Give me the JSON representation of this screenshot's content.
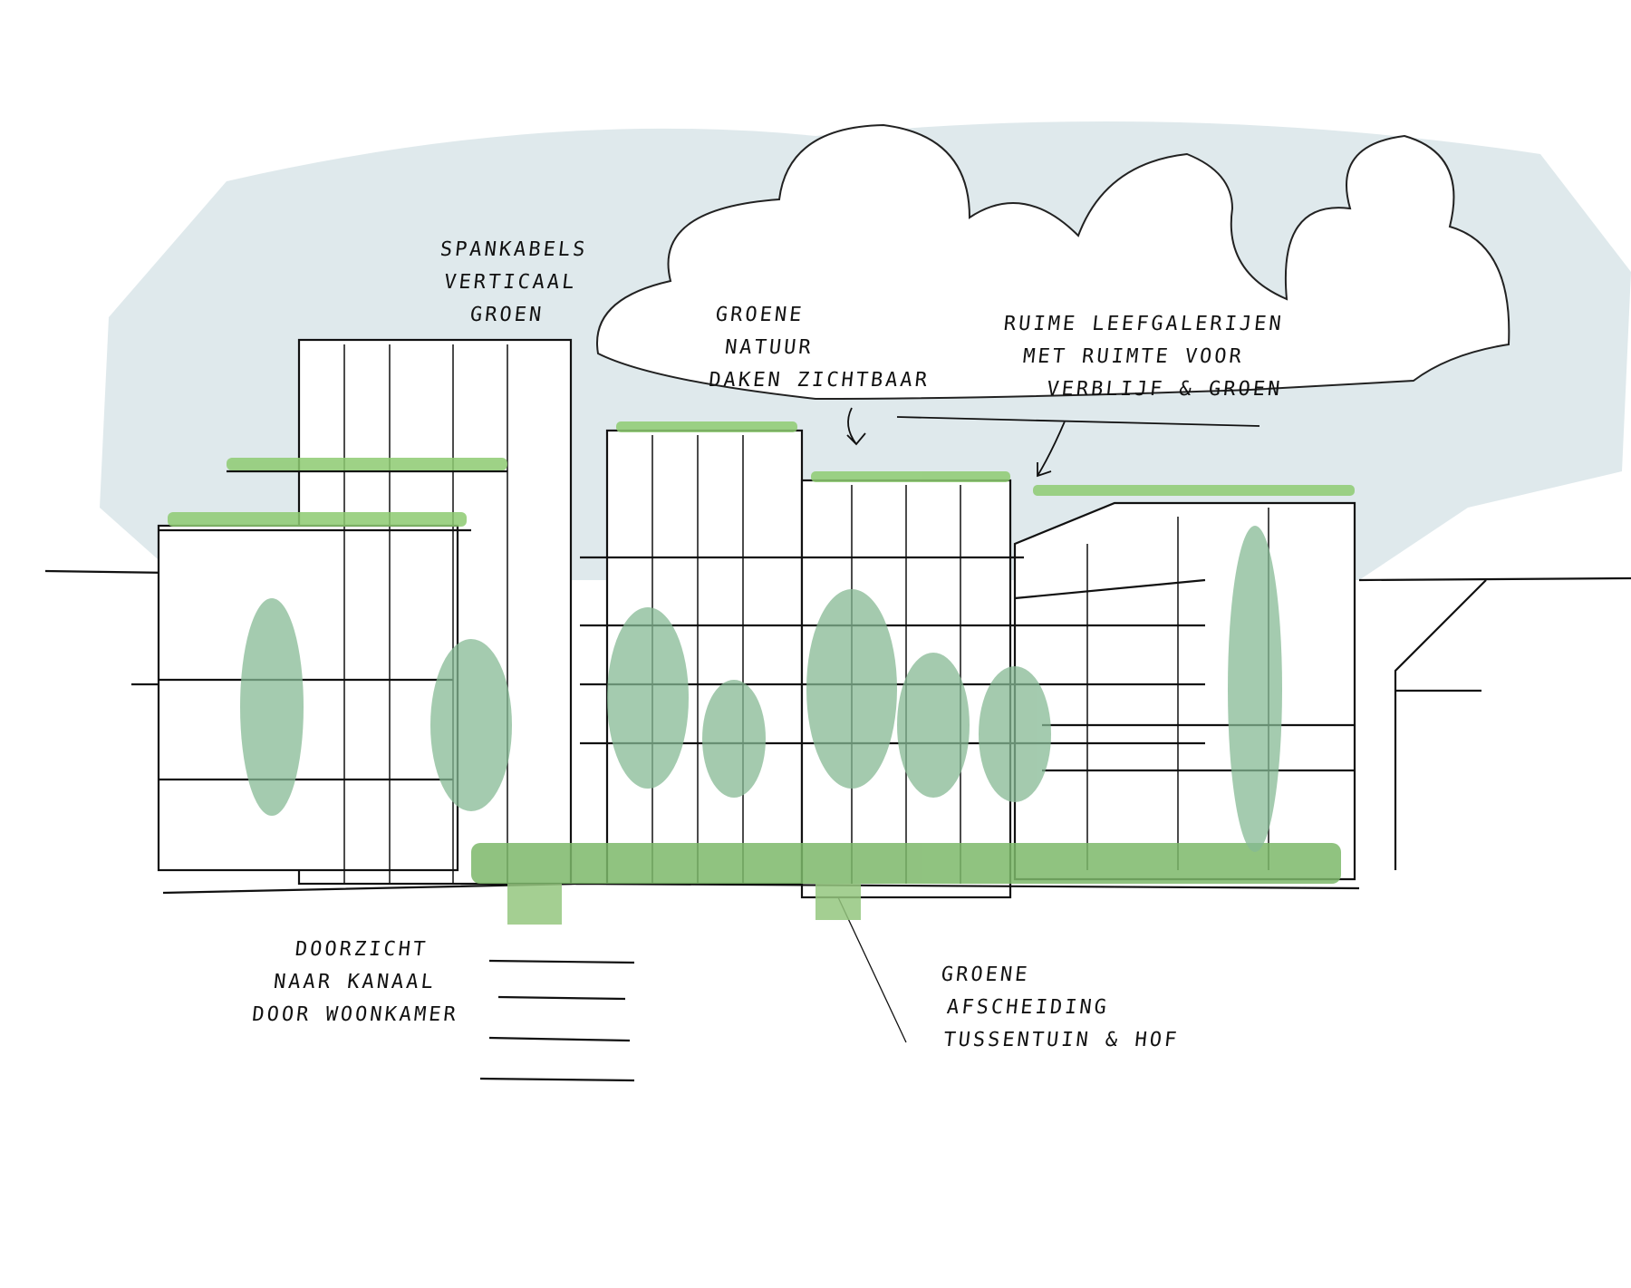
{
  "colors": {
    "sky_wash": "#dde8ea",
    "greenery": "#7fbf6a",
    "tree": "#8fbf9a",
    "ink": "#111111"
  },
  "annotations": [
    {
      "lines": [
        "SPANKABELS",
        "VERTICAAL",
        "GROEN"
      ]
    },
    {
      "lines": [
        "GROENE",
        "NATUUR",
        "DAKEN ZICHTBAAR"
      ]
    },
    {
      "lines": [
        "RUIME LEEFGALERIJEN",
        "MET RUIMTE VOOR",
        "VERBLIJF & GROEN"
      ]
    },
    {
      "lines": [
        "DOORZICHT",
        "NAAR KANAAL",
        "DOOR WOONKAMER"
      ]
    },
    {
      "lines": [
        "GROENE",
        "AFSCHEIDING",
        "TUSSENTUIN & HOF"
      ]
    }
  ]
}
